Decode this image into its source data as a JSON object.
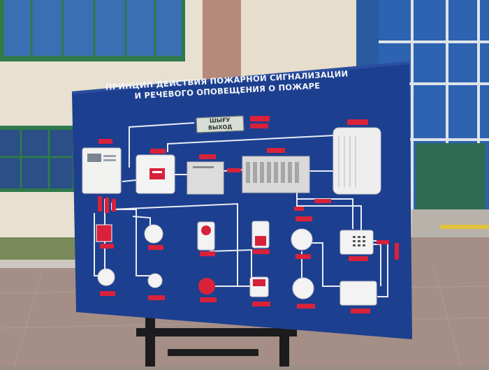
{
  "board": {
    "title_line1": "ПРИНЦИП ДЕЙСТВИЯ ПОЖАРНОЙ СИГНАЛИЗАЦИИ",
    "title_line2": "И РЕЧЕВОГО ОПОВЕЩЕНИЯ О ПОЖАРЕ"
  },
  "exit_sign": {
    "line1": "ШЫҒУ",
    "line2": "ВЫХОД"
  },
  "colors": {
    "board_blue": "#1d3f8f",
    "wire": "#e9edf5",
    "label_red": "#d8223a",
    "building": "#e6dccb",
    "glass": "#2f5fa8",
    "pavement": "#a18f85"
  }
}
